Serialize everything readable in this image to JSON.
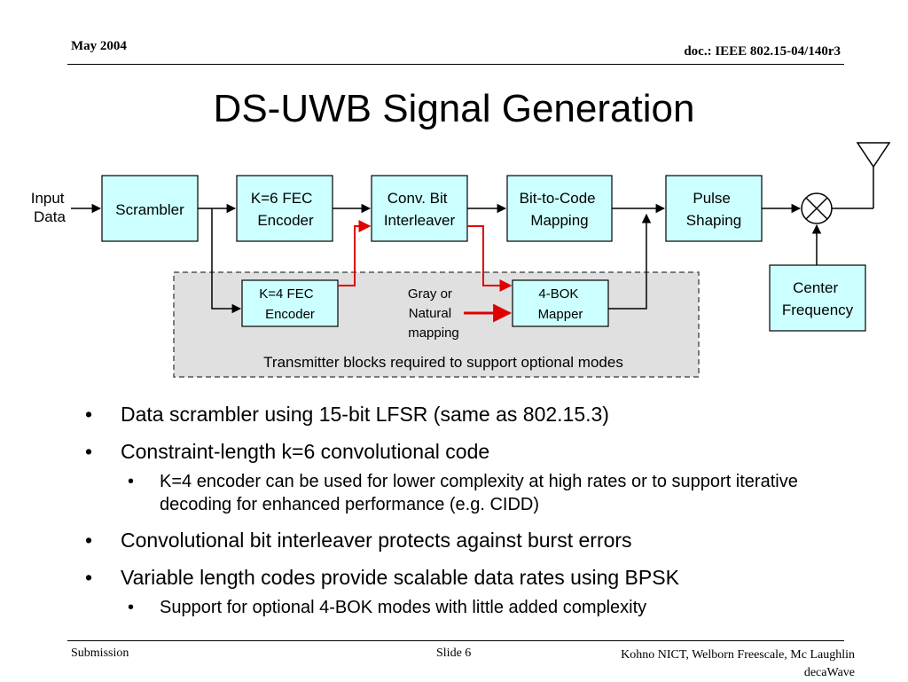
{
  "header": {
    "date": "May 2004",
    "doc": "doc.: IEEE 802.15-04/140r3"
  },
  "title": "DS-UWB Signal Generation",
  "diagram": {
    "input_label": [
      "Input",
      "Data"
    ],
    "blocks": {
      "scrambler": [
        "Scrambler"
      ],
      "fec6": [
        "K=6 FEC",
        "Encoder"
      ],
      "interleaver": [
        "Conv. Bit",
        "Interleaver"
      ],
      "bit_to_code": [
        "Bit-to-Code",
        "Mapping"
      ],
      "pulse_shaping": [
        "Pulse",
        "Shaping"
      ],
      "center_frequency": [
        "Center",
        "Frequency"
      ],
      "fec4": [
        "K=4 FEC",
        "Encoder"
      ],
      "bok": [
        "4-BOK",
        "Mapper"
      ]
    },
    "gray_label": [
      "Gray or",
      "Natural",
      "mapping"
    ],
    "optional_caption": "Transmitter blocks required to support optional modes",
    "colors": {
      "block_fill": "#ccffff",
      "optional_fill": "#e0e0e0",
      "highlight": "#e00000"
    }
  },
  "bullets": [
    {
      "level": 1,
      "text": "Data scrambler using 15-bit LFSR (same as 802.15.3)"
    },
    {
      "level": 1,
      "text": "Constraint-length k=6 convolutional code"
    },
    {
      "level": 2,
      "text": "K=4 encoder can be used for lower complexity at high rates or to support iterative decoding for enhanced performance (e.g. CIDD)"
    },
    {
      "level": 1,
      "text": "Convolutional bit interleaver protects against burst errors"
    },
    {
      "level": 1,
      "text": "Variable length codes provide scalable data rates using BPSK"
    },
    {
      "level": 2,
      "text": "Support for optional 4-BOK modes with little added complexity"
    }
  ],
  "footer": {
    "left": "Submission",
    "slide": "Slide 6",
    "authors": [
      "Kohno NICT, Welborn Freescale, Mc Laughlin",
      "decaWave"
    ]
  }
}
